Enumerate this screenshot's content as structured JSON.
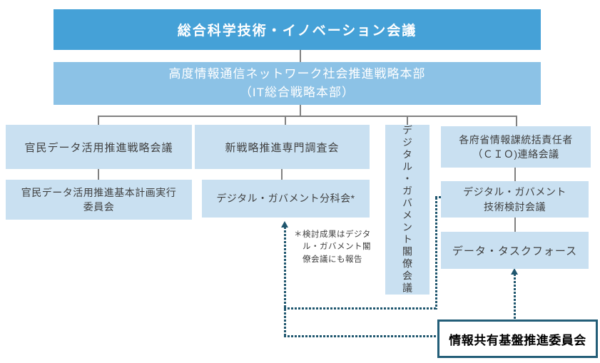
{
  "colors": {
    "header_blue": "#45A1D7",
    "subheader_blue": "#8CC2E6",
    "box_pale_blue": "#C9E0F1",
    "connector_gray": "#808080",
    "dotted_teal": "#1F566E",
    "committee_border": "#235E78",
    "box_text": "#404040"
  },
  "nodes": {
    "csti": {
      "label": "総合科学技術・イノベーション会議"
    },
    "it_hq": {
      "line1": "高度情報通信ネットワーク社会推進戦略本部",
      "line2": "（IT総合戦略本部）"
    },
    "civic_data_council": {
      "label": "官民データ活用推進戦略会議"
    },
    "civic_data_exec": {
      "line1": "官民データ活用推進基本計画実行",
      "line2": "委員会"
    },
    "new_strategy_committee": {
      "label": "新戦略推進専門調査会"
    },
    "dg_subcommittee": {
      "label": "デジタル・ガバメント分科会*"
    },
    "dg_ministerial": {
      "label": "デジタル・ガバメント閣僚会議"
    },
    "cio_council": {
      "line1": "各府省情報課統括責任者",
      "line2": "（ＣＩＯ)連絡会議"
    },
    "dg_tech_council": {
      "line1": "デジタル・ガバメント",
      "line2": "技術検討会議"
    },
    "data_taskforce": {
      "label": "データ・タスクフォース"
    },
    "info_platform_committee": {
      "label": "情報共有基盤推進委員会"
    }
  },
  "note": {
    "line1": "＊検討成果はデジタ",
    "line2": "ル・ガバメント閣",
    "line3": "僚会議にも報告"
  }
}
